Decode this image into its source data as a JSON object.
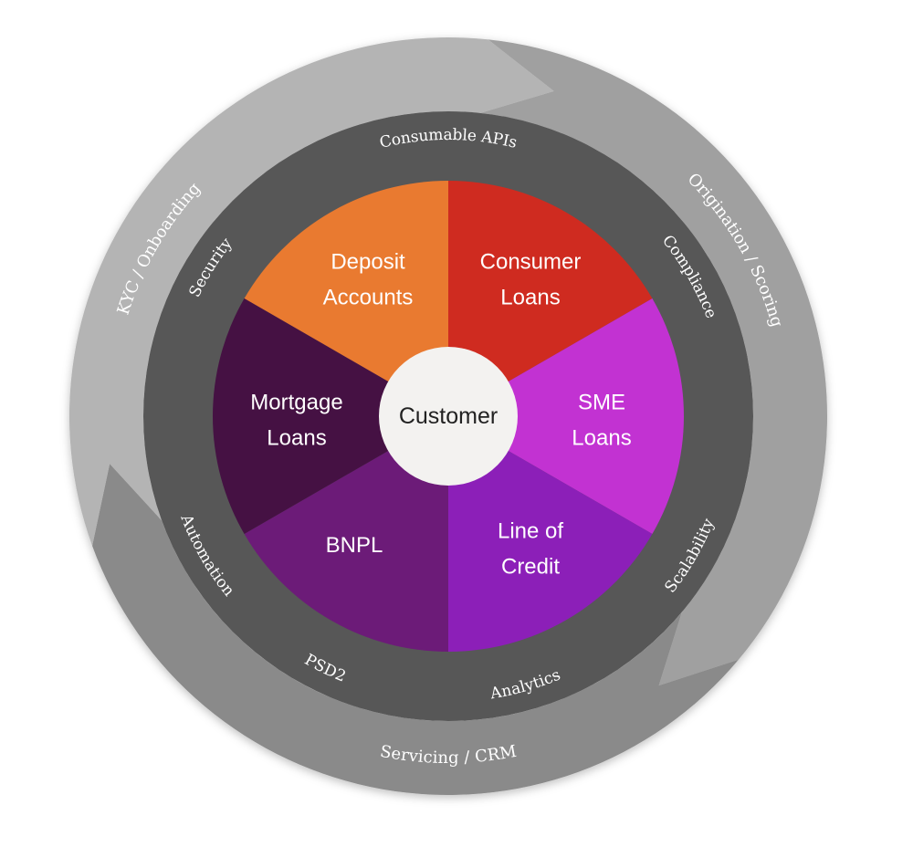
{
  "center": {
    "label": "Customer"
  },
  "segments": [
    {
      "id": "deposit-accounts",
      "lines": [
        "Deposit",
        "Accounts"
      ],
      "color": "#E97A30"
    },
    {
      "id": "consumer-loans",
      "lines": [
        "Consumer",
        "Loans"
      ],
      "color": "#CF2B20"
    },
    {
      "id": "sme-loans",
      "lines": [
        "SME",
        "Loans"
      ],
      "color": "#C232D2"
    },
    {
      "id": "line-of-credit",
      "lines": [
        "Line of",
        "Credit"
      ],
      "color": "#8C1FB8"
    },
    {
      "id": "bnpl",
      "lines": [
        "BNPL"
      ],
      "color": "#6C1B78"
    },
    {
      "id": "mortgage-loans",
      "lines": [
        "Mortgage",
        "Loans"
      ],
      "color": "#451143"
    }
  ],
  "middle_ring": {
    "color": "#575757",
    "labels": [
      "Consumable APIs",
      "Compliance",
      "Scalability",
      "Analytics",
      "PSD2",
      "Automation",
      "Security"
    ]
  },
  "outer_ring": {
    "labels": [
      "Origination / Scoring",
      "Servicing / CRM",
      "KYC / Onboarding"
    ],
    "colors": {
      "light": "#B4B4B4",
      "mid": "#A0A0A0",
      "dark": "#8A8A8A"
    }
  },
  "center_color": "#F3F2F0"
}
